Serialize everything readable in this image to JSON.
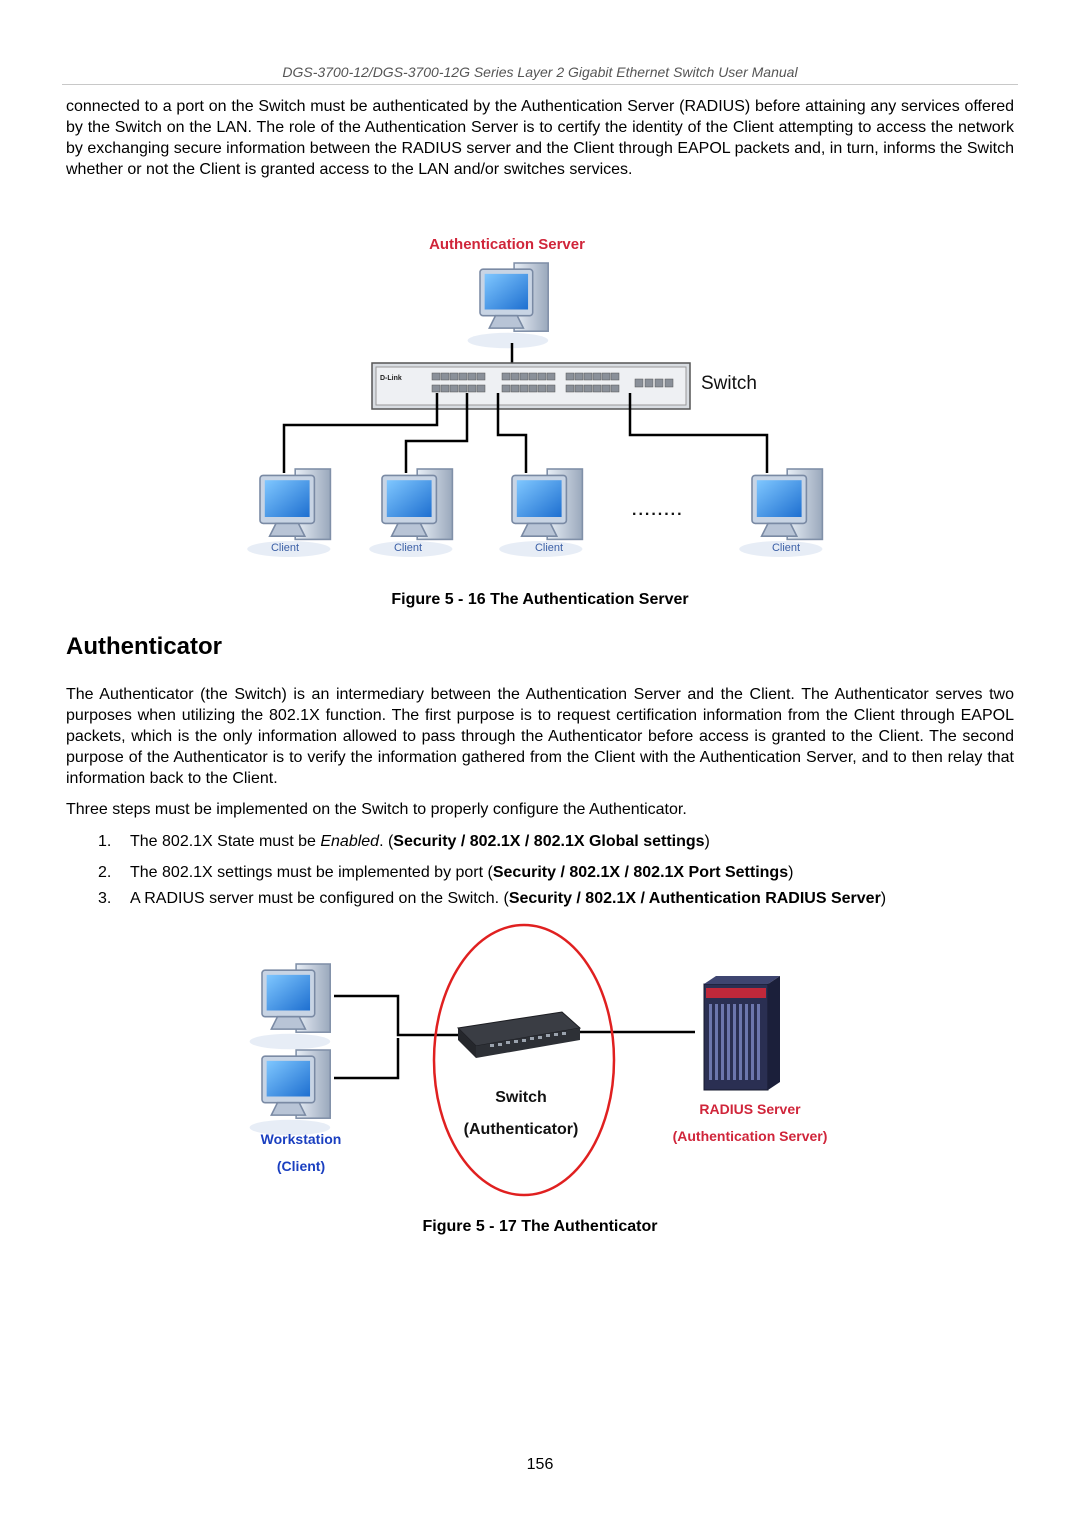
{
  "header": {
    "title": "DGS-3700-12/DGS-3700-12G Series Layer 2 Gigabit Ethernet Switch User Manual"
  },
  "intro_paragraph": "connected to a port on the Switch must be authenticated by the Authentication Server (RADIUS) before attaining any services offered by the Switch on the LAN. The role of the Authentication Server is to certify the identity of the Client attempting to access the network by exchanging secure information between the RADIUS server and the Client through EAPOL packets and, in turn, informs the Switch whether or not the Client is granted access to the LAN and/or switches services.",
  "figure16": {
    "server_label": "Authentication Server",
    "switch_label": "Switch",
    "switch_brand": "D-Link",
    "client_label": "Client",
    "ellipsis": "........",
    "caption": "Figure 5 - 16 The Authentication Server"
  },
  "section": {
    "heading": "Authenticator",
    "paragraph1": "The Authenticator (the Switch) is an intermediary between the Authentication Server and the Client. The Authenticator serves two purposes when utilizing the 802.1X function. The first purpose is to request certification information from the Client through EAPOL packets, which is the only information allowed to pass through the Authenticator before access is granted to the Client. The second purpose of the Authenticator is to verify the information gathered from the Client with the Authentication Server, and to then relay that information back to the Client.",
    "paragraph2": "Three steps must be implemented on the Switch to properly configure the Authenticator.",
    "steps": [
      {
        "num": "1.",
        "text": "The 802.1X State must be ",
        "italic": "Enabled",
        "text2": ". (",
        "bold": "Security / 802.1X / 802.1X Global settings",
        "end": ")"
      },
      {
        "num": "2.",
        "text": "The 802.1X settings must be implemented by port (",
        "bold": "Security / 802.1X / 802.1X Port Settings",
        "end": ")"
      },
      {
        "num": "3.",
        "text": "A RADIUS server must be configured on the Switch. (",
        "bold": "Security / 802.1X / Authentication RADIUS Server",
        "end": ")"
      }
    ]
  },
  "figure17": {
    "workstation_label": "Workstation",
    "client_label": "(Client)",
    "switch_label": "Switch",
    "authenticator_label": "(Authenticator)",
    "radius_label": "RADIUS Server",
    "auth_server_label": "(Authentication Server)",
    "caption": "Figure 5 - 17 The Authenticator"
  },
  "page_number": "156",
  "colors": {
    "server_title": "#d0253a",
    "workstation_blue": "#1a3fc0",
    "ellipse_red": "#e02020",
    "monitor_blue": "#2d8be0"
  }
}
